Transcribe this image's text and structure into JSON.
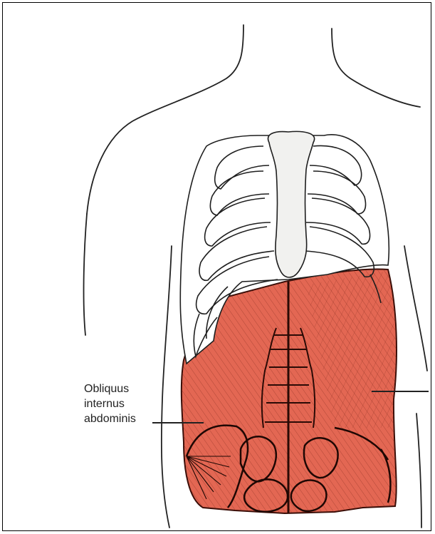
{
  "labels": {
    "muscle": {
      "line1": "Obliquus",
      "line2": "internus",
      "line3": "abdominis"
    }
  },
  "colors": {
    "muscle_fill": "#e36753",
    "muscle_stroke": "#5a1a10",
    "rib_fill": "#ffffff",
    "sternum_fill": "#f1f1ef",
    "outline": "#222222"
  }
}
